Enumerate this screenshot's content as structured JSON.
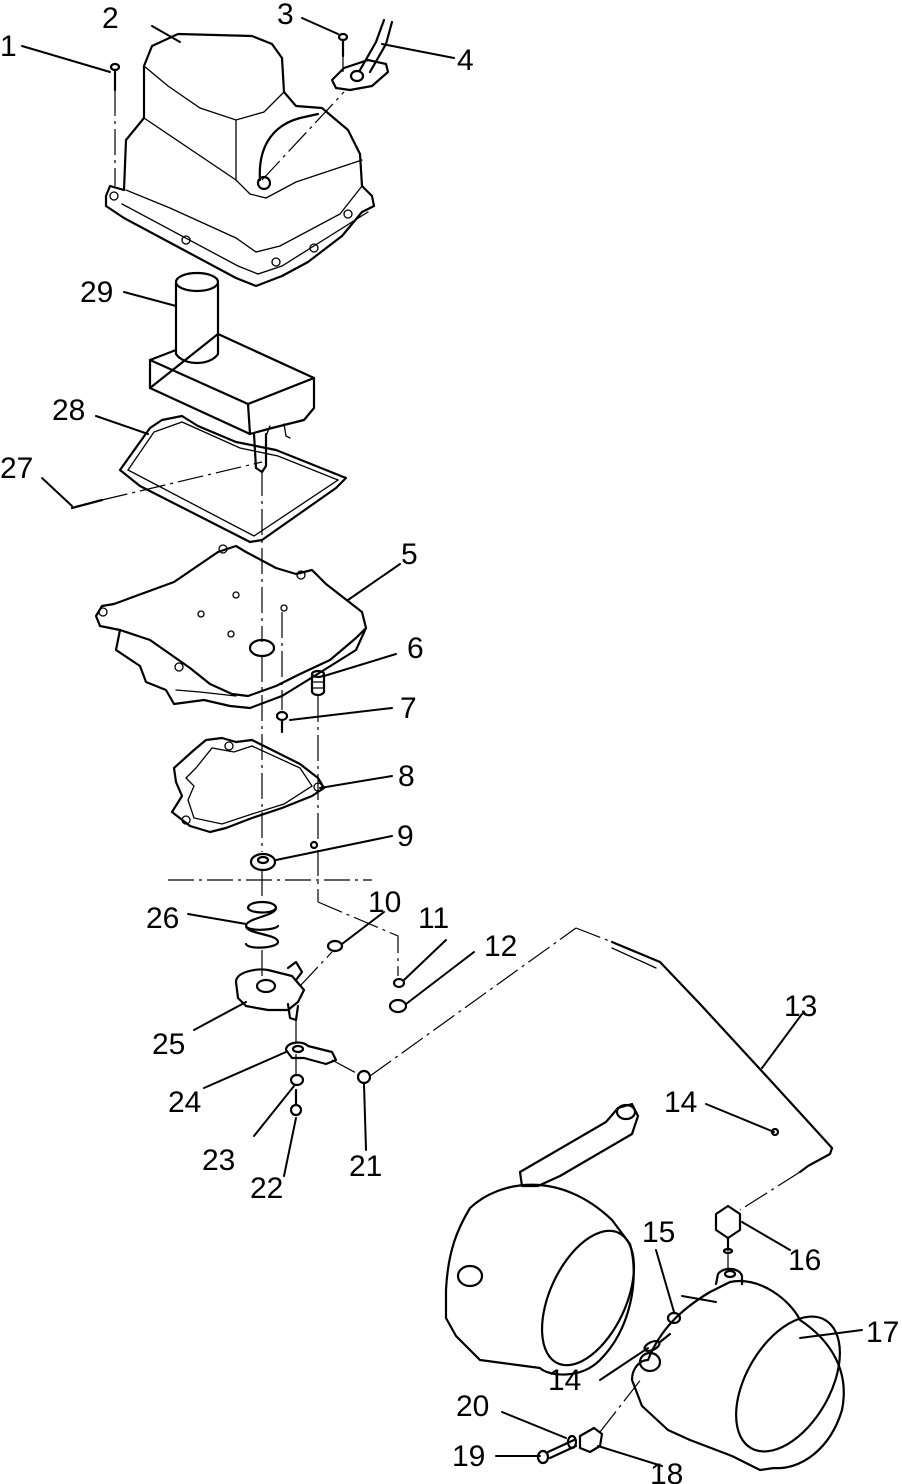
{
  "callouts": [
    {
      "id": "c1",
      "text": "1"
    },
    {
      "id": "c2",
      "text": "2"
    },
    {
      "id": "c3",
      "text": "3"
    },
    {
      "id": "c4",
      "text": "4"
    },
    {
      "id": "c5",
      "text": "5"
    },
    {
      "id": "c6",
      "text": "6"
    },
    {
      "id": "c7",
      "text": "7"
    },
    {
      "id": "c8",
      "text": "8"
    },
    {
      "id": "c9",
      "text": "9"
    },
    {
      "id": "c10",
      "text": "10"
    },
    {
      "id": "c11",
      "text": "11"
    },
    {
      "id": "c12",
      "text": "12"
    },
    {
      "id": "c13",
      "text": "13"
    },
    {
      "id": "c14a",
      "text": "14"
    },
    {
      "id": "c14b",
      "text": "14"
    },
    {
      "id": "c15",
      "text": "15"
    },
    {
      "id": "c16",
      "text": "16"
    },
    {
      "id": "c17",
      "text": "17"
    },
    {
      "id": "c18",
      "text": "18"
    },
    {
      "id": "c19",
      "text": "19"
    },
    {
      "id": "c20",
      "text": "20"
    },
    {
      "id": "c21",
      "text": "21"
    },
    {
      "id": "c22",
      "text": "22"
    },
    {
      "id": "c23",
      "text": "23"
    },
    {
      "id": "c24",
      "text": "24"
    },
    {
      "id": "c25",
      "text": "25"
    },
    {
      "id": "c26",
      "text": "26"
    },
    {
      "id": "c27",
      "text": "27"
    },
    {
      "id": "c28",
      "text": "28"
    },
    {
      "id": "c29",
      "text": "29"
    }
  ]
}
